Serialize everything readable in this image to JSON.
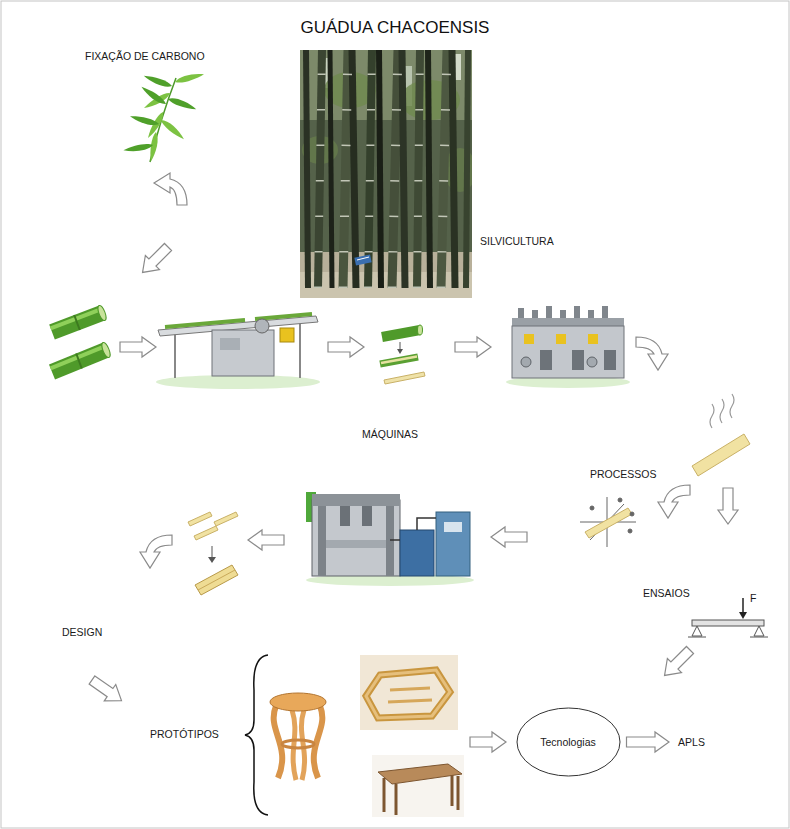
{
  "diagram": {
    "title": "GUÁDUA CHACOENSIS",
    "nodes": [
      {
        "text": [
          "Tecnologias"
        ]
      },
      {
        "text": [
          "APLS"
        ]
      }
    ],
    "edges": [
      {
        "from": 0,
        "to": 1,
        "arrow": "to"
      }
    ],
    "labels": [
      "FIXAÇÃO DE CARBONO",
      "SILVICULTURA",
      "MÁQUINAS",
      "PROCESSOS",
      "ENSAIOS",
      "F",
      "DESIGN",
      "PROTÓTIPOS"
    ]
  }
}
